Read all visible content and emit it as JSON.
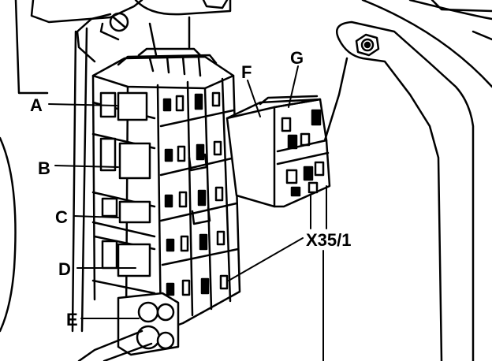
{
  "figure": {
    "callouts": [
      {
        "id": "A",
        "text": "A"
      },
      {
        "id": "B",
        "text": "B"
      },
      {
        "id": "C",
        "text": "C"
      },
      {
        "id": "D",
        "text": "D"
      },
      {
        "id": "E",
        "text": "E"
      },
      {
        "id": "F",
        "text": "F"
      },
      {
        "id": "G",
        "text": "G"
      },
      {
        "id": "X35",
        "text": "X35/1"
      }
    ],
    "colors": {
      "ink": "#000000",
      "paper": "#ffffff"
    }
  }
}
